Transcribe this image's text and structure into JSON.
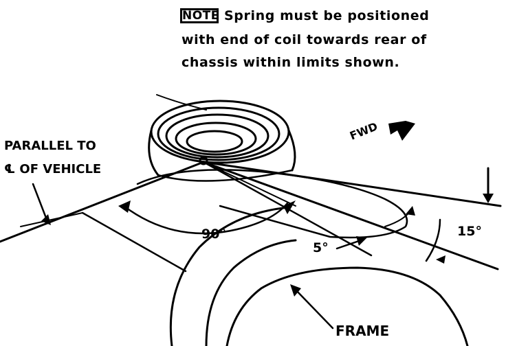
{
  "note": {
    "tag": "NOTE",
    "line1": "Spring must be positioned",
    "line2": "with end of coil towards rear of",
    "line3": "chassis within limits shown."
  },
  "labels": {
    "parallel_line1": "PARALLEL TO",
    "parallel_line2": "℄ OF VEHICLE",
    "fwd": "FWD",
    "angle_90": "90°",
    "angle_5": "5°",
    "angle_15": "15°",
    "frame": "FRAME"
  }
}
